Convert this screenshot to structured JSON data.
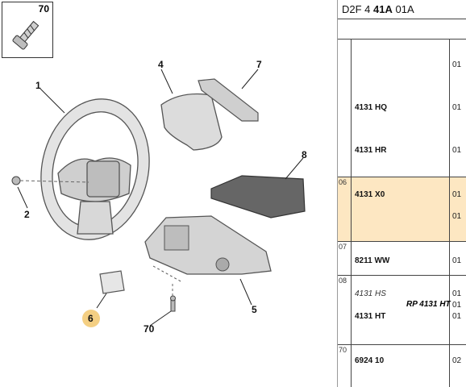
{
  "diagram": {
    "inset_number": "70",
    "callouts": {
      "c1": "1",
      "c2": "2",
      "c4": "4",
      "c5": "5",
      "c6": "6",
      "c7": "7",
      "c8": "8",
      "c70": "70"
    },
    "highlight_color": "#f4cf83"
  },
  "panel": {
    "ref_prefix": "D2F 4",
    "ref_bold": "41A",
    "ref_suffix": "01A",
    "rows": [
      {
        "idx": "",
        "items": [
          {
            "code": "4131 HQ",
            "style": "bold"
          },
          {
            "code": "4131 HR",
            "style": "bold"
          }
        ],
        "qtys": [
          "01",
          "01",
          "01"
        ]
      },
      {
        "idx": "06",
        "items": [
          {
            "code": "4131 X0",
            "style": "bold"
          }
        ],
        "qtys": [
          "01",
          "01"
        ]
      },
      {
        "idx": "07",
        "items": [
          {
            "code": "8211 WW",
            "style": "bold"
          }
        ],
        "qtys": [
          "01"
        ]
      },
      {
        "idx": "08",
        "items": [
          {
            "code": "4131 HS",
            "style": "italic"
          },
          {
            "code": "4131 HT",
            "style": "bold"
          }
        ],
        "note": "RP 4131 HT",
        "qtys": [
          "01",
          "01",
          "01"
        ]
      },
      {
        "idx": "70",
        "items": [
          {
            "code": "6924 10",
            "style": "bold"
          }
        ],
        "qtys": [
          "02"
        ]
      }
    ],
    "highlight_bg": "#fde7c2"
  }
}
